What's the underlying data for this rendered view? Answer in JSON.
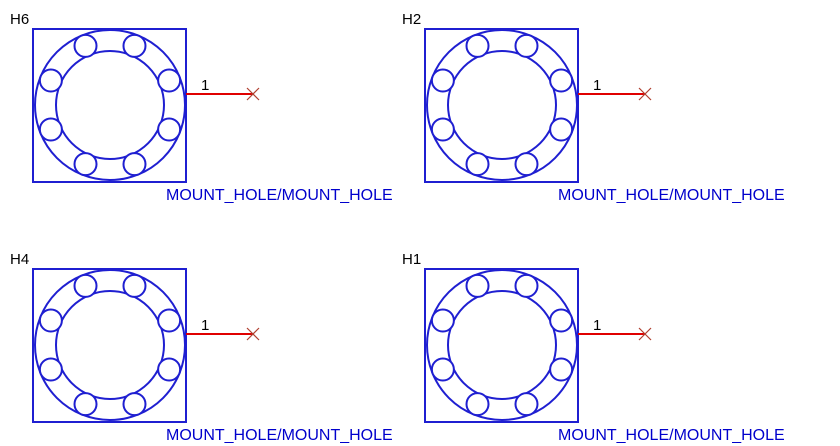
{
  "colors": {
    "symbol": "#1f1fd1",
    "wire": "#e00000",
    "noconnect": "#b04030",
    "text": "#000000",
    "value_text": "#0000cc"
  },
  "parts": [
    {
      "ref": "H6",
      "pin": "1",
      "value": "MOUNT_HOLE/MOUNT_HOLE"
    },
    {
      "ref": "H2",
      "pin": "1",
      "value": "MOUNT_HOLE/MOUNT_HOLE"
    },
    {
      "ref": "H4",
      "pin": "1",
      "value": "MOUNT_HOLE/MOUNT_HOLE"
    },
    {
      "ref": "H1",
      "pin": "1",
      "value": "MOUNT_HOLE/MOUNT_HOLE"
    }
  ]
}
